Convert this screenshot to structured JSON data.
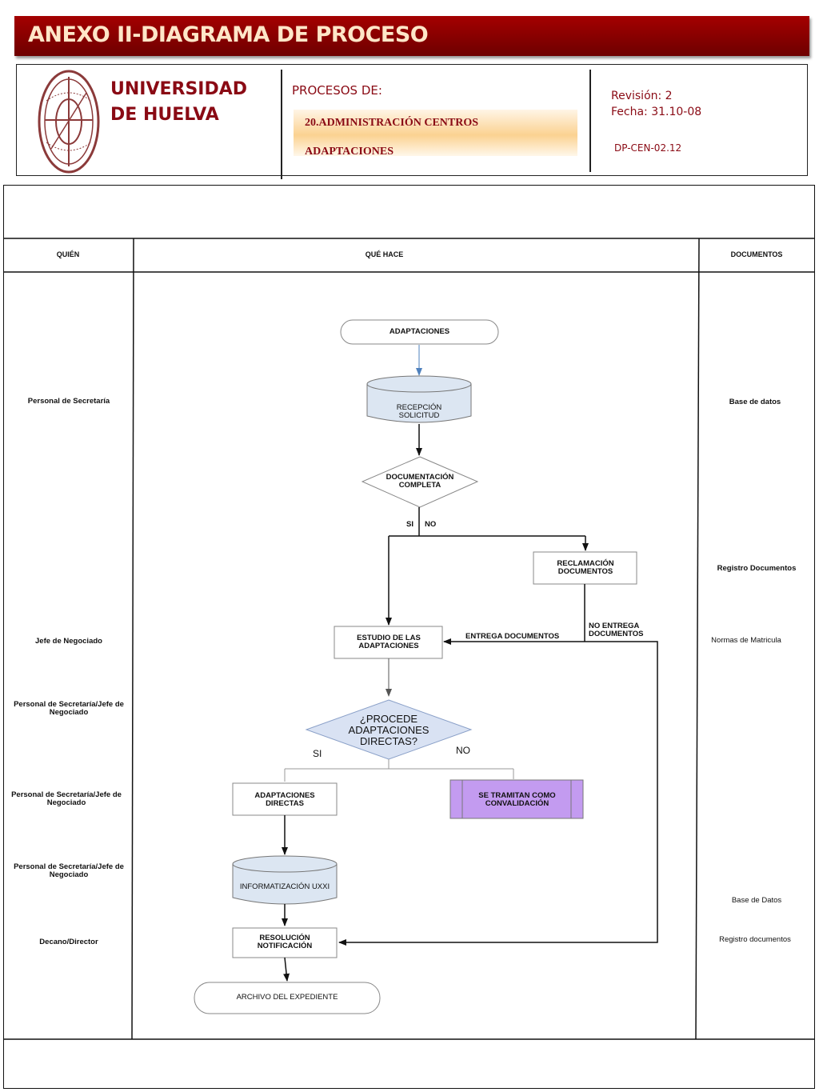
{
  "header": {
    "title": "ANEXO II-DIAGRAMA DE PROCESO",
    "university": "UNIVERSIDAD DE HUELVA",
    "procesos_label": "PROCESOS DE:",
    "process_line1": "20.ADMINISTRACIÓN CENTROS",
    "process_line2": "ADAPTACIONES",
    "revision": "Revisión: 2",
    "fecha": "Fecha: 31.10-08",
    "code": "DP-CEN-02.12"
  },
  "columns": {
    "who": "QUIÉN",
    "what": "QUÉ HACE",
    "docs": "DOCUMENTOS"
  },
  "roles": {
    "r1": "Personal de Secretaría",
    "r2": "Jefe de Negociado",
    "r3": "Personal de Secretaría/Jefe de Negociado",
    "r4": "Personal de Secretaría/Jefe de Negociado",
    "r5": "Personal de Secretaría/Jefe de Negociado",
    "r6": "Decano/Director"
  },
  "documents": {
    "d1": "Base de datos",
    "d2": "Registro Documentos",
    "d3": "Normas de Matricula",
    "d4": "Base de Datos",
    "d5": "Registro documentos"
  },
  "nodes": {
    "start": "ADAPTACIONES",
    "recepcion": "RECEPCIÓN SOLICITUD",
    "doc_completa": "DOCUMENTACIÓN COMPLETA",
    "reclamacion": "RECLAMACIÓN DOCUMENTOS",
    "estudio": "ESTUDIO DE LAS ADAPTACIONES",
    "procede": "¿PROCEDE ADAPTACIONES DIRECTAS?",
    "directas": "ADAPTACIONES DIRECTAS",
    "convalidacion": "SE TRAMITAN COMO CONVALIDACIÓN",
    "informatizacion": "INFORMATIZACIÓN UXXI",
    "resolucion": "RESOLUCIÓN NOTIFICACIÓN",
    "archivo": "ARCHIVO DEL EXPEDIENTE"
  },
  "labels": {
    "si1": "SI",
    "no1": "NO",
    "entrega": "ENTREGA DOCUMENTOS",
    "no_entrega": "NO ENTREGA DOCUMENTOS",
    "si2": "SI",
    "no2": "NO"
  },
  "colors": {
    "brand_red": "#8a0a14",
    "title_bar": "#a40000",
    "db_fill": "#dce6f2",
    "decision2_fill": "#d9e2f3",
    "convalidacion_fill": "#c39bf0"
  },
  "icons": {
    "logo": "university-seal-icon"
  }
}
